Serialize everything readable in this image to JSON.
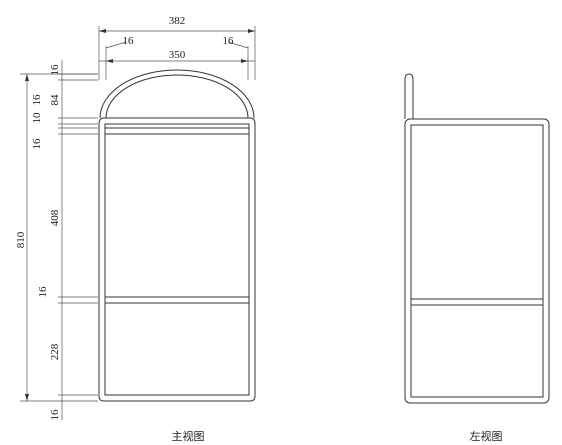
{
  "front_view": {
    "caption": "主视图",
    "dims": {
      "overall_width": "382",
      "inner_width": "350",
      "left_margin": "16",
      "right_margin": "16",
      "total_height": "810",
      "top_cap": "16",
      "arch": "84",
      "arch_gap": "16",
      "bar": "10",
      "bar_gap": "16",
      "upper_panel": "408",
      "mid_bar": "16",
      "lower_panel": "228",
      "bottom_cap": "16"
    }
  },
  "side_view": {
    "caption": "左视图"
  }
}
